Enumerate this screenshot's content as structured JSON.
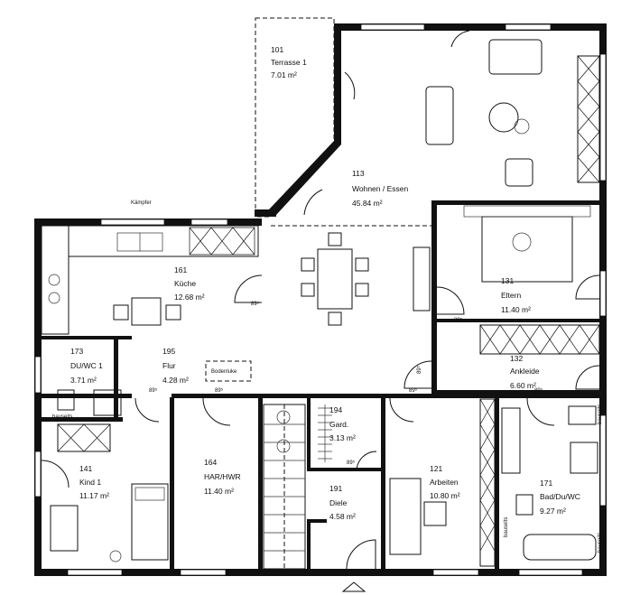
{
  "rooms": [
    {
      "id": "terrasse",
      "number": "101",
      "name": "Terrasse 1",
      "area": "7.01 m²"
    },
    {
      "id": "wohnen",
      "number": "113",
      "name": "Wohnen / Essen",
      "area": "45.84 m²"
    },
    {
      "id": "kueche",
      "number": "161",
      "name": "Küche",
      "area": "12.68 m²"
    },
    {
      "id": "eltern",
      "number": "131",
      "name": "Eltern",
      "area": "11.40 m²"
    },
    {
      "id": "ankleide",
      "number": "132",
      "name": "Ankleide",
      "area": "6.60 m²"
    },
    {
      "id": "duwc",
      "number": "173",
      "name": "DU/WC 1",
      "area": "3.71 m²"
    },
    {
      "id": "flur",
      "number": "195",
      "name": "Flur",
      "area": "4.28 m²"
    },
    {
      "id": "gard",
      "number": "194",
      "name": "Gard.",
      "area": "3.13 m²"
    },
    {
      "id": "kind",
      "number": "141",
      "name": "Kind 1",
      "area": "11.17 m²"
    },
    {
      "id": "harhwr",
      "number": "164",
      "name": "HAR/HWR",
      "area": "11.40 m²"
    },
    {
      "id": "diele",
      "number": "191",
      "name": "Diele",
      "area": "4.58 m²"
    },
    {
      "id": "arbeiten",
      "number": "121",
      "name": "Arbeiten",
      "area": "10.80 m²"
    },
    {
      "id": "bad",
      "number": "171",
      "name": "Bad/Du/WC",
      "area": "9.27 m²"
    }
  ],
  "notes": {
    "kaempfer": "Kämpfer",
    "bodenluke": "Bodenluke",
    "bauseits": "bauseits"
  },
  "door_dims": {
    "d89": "89",
    "d89s": "89⁵"
  }
}
